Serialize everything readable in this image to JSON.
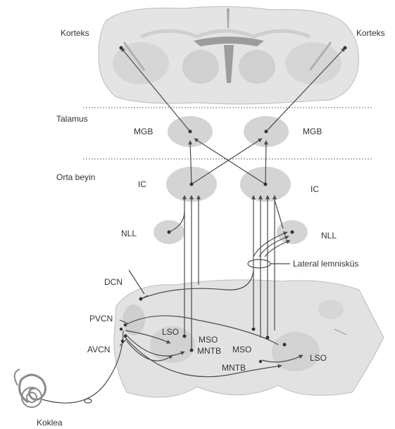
{
  "labels": {
    "cortex_left": "Korteks",
    "cortex_right": "Korteks",
    "thalamus": "Talamus",
    "mgb_left": "MGB",
    "mgb_right": "MGB",
    "midbrain": "Orta beyin",
    "ic_left": "IC",
    "ic_right": "IC",
    "nll_left": "NLL",
    "nll_right": "NLL",
    "lateral_lemniscus": "Lateral lemnisküs",
    "dcn": "DCN",
    "pvcn": "PVCN",
    "avcn": "AVCN",
    "lso_left": "LSO",
    "mso_left": "MSO",
    "mntb_left": "MNTB",
    "mso_right": "MSO",
    "mntb_right": "MNTB",
    "lso_right": "LSO",
    "cochlea": "Koklea"
  },
  "colors": {
    "tissue": "#e2e2e2",
    "tissue_dark": "#c9c9c9",
    "nucleus": "#d2d2d2",
    "line": "#4a4a4a",
    "divider": "#777777"
  }
}
